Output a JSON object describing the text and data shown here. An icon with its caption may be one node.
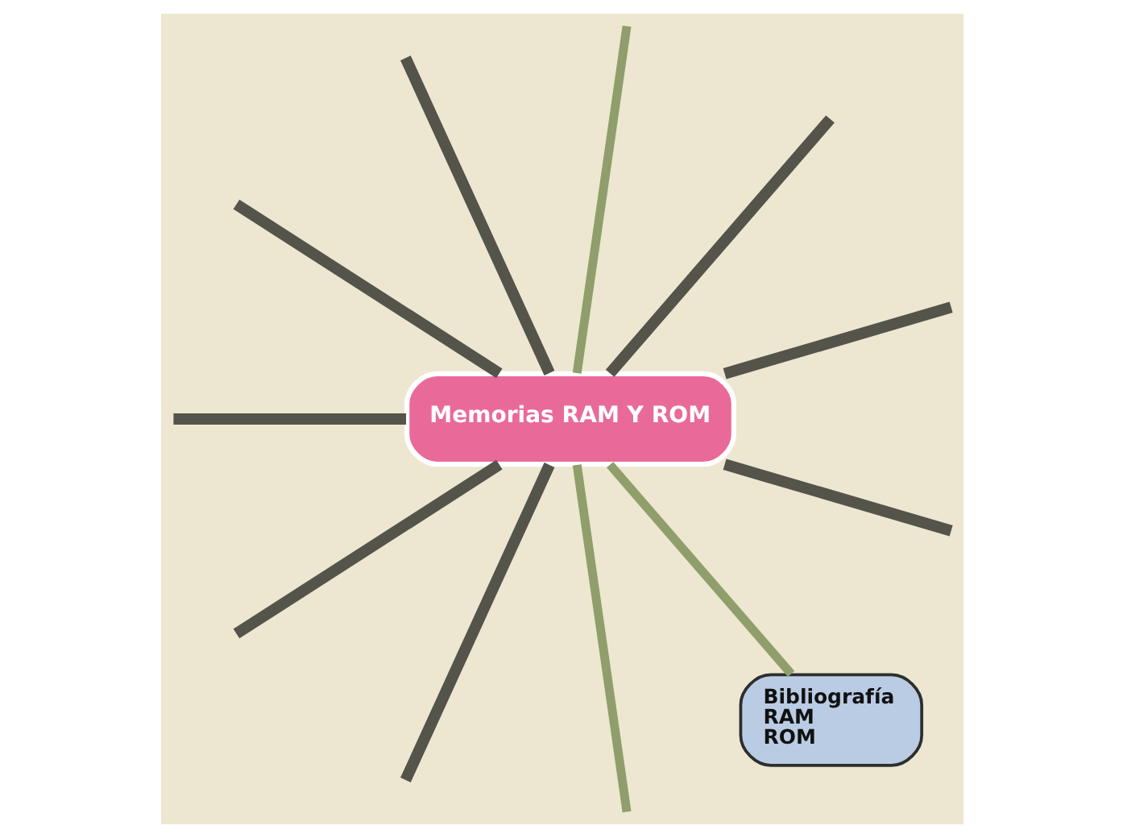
{
  "diagram": {
    "nodes": [
      {
        "text": [
          "Memorias RAM Y ROM"
        ]
      },
      {
        "text": [
          "Bibliografía",
          "RAM",
          "ROM"
        ]
      }
    ],
    "edges": [
      {
        "from": 0,
        "to": null,
        "arrow": "none",
        "color": "#8f9e6a"
      },
      {
        "from": 0,
        "to": null,
        "arrow": "none",
        "color": "#8f9e6a"
      },
      {
        "from": 0,
        "to": 1,
        "arrow": "none",
        "color": "#8f9e6a"
      },
      {
        "from": 0,
        "to": null,
        "arrow": "none"
      },
      {
        "from": 0,
        "to": null,
        "arrow": "none"
      },
      {
        "from": 0,
        "to": null,
        "arrow": "none"
      },
      {
        "from": 0,
        "to": null,
        "arrow": "none"
      },
      {
        "from": 0,
        "to": null,
        "arrow": "none"
      },
      {
        "from": 0,
        "to": null,
        "arrow": "none"
      },
      {
        "from": 0,
        "to": null,
        "arrow": "none"
      },
      {
        "from": 0,
        "to": null,
        "arrow": "none"
      }
    ]
  }
}
